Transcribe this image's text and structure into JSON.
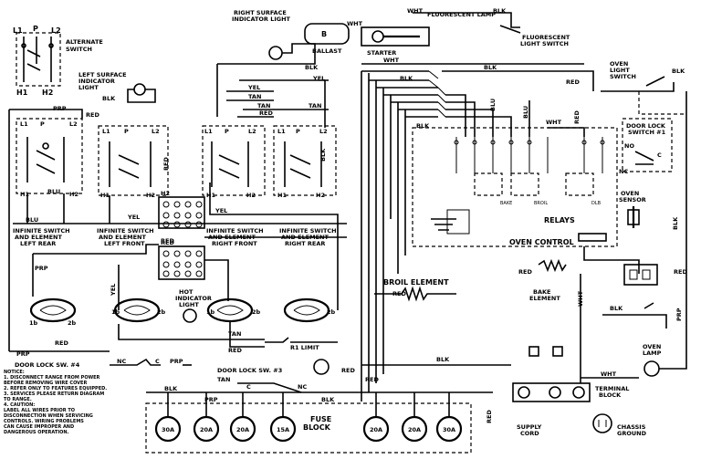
{
  "labels": {
    "l1_top": "L1",
    "p_top": "P",
    "l2_top": "L2",
    "alternate_switch": "ALTERNATE SWITCH",
    "h1_top": "H1",
    "h2_top": "H2",
    "right_surface_indicator": "RIGHT SURFACE INDICATOR LIGHT",
    "fluorescent_lamp": "FLUORESCENT LAMP",
    "fluorescent_light_switch": "FLUORESCENT LIGHT SWITCH",
    "ballast": "BALLAST",
    "starter": "STARTER",
    "oven_light_switch": "OVEN LIGHT SWITCH",
    "left_surface_indicator": "LEFT SURFACE INDICATOR LIGHT",
    "door_lock_switch_1": "DOOR LOCK SWITCH #1",
    "oven_sensor": "OVEN SENSOR",
    "relays": "RELAYS",
    "oven_control": "OVEN CONTROL",
    "bake": "BAKE",
    "broil": "BROIL",
    "dlb": "DLB",
    "no": "NO",
    "nc": "NC",
    "c": "C",
    "inf_left_rear": "INFINITE SWITCH AND ELEMENT LEFT REAR",
    "inf_left_front": "INFINITE SWITCH AND ELEMENT LEFT FRONT",
    "inf_right_front": "INFINITE SWITCH AND ELEMENT RIGHT FRONT",
    "inf_right_rear": "INFINITE SWITCH AND ELEMENT RIGHT REAR",
    "hot_indicator_light": "HOT INDICATOR LIGHT",
    "broil_element": "BROIL ELEMENT",
    "bake_element": "BAKE ELEMENT",
    "r1_limit": "R1 LIMIT",
    "door_lock_sw_4": "DOOR LOCK SW. #4",
    "door_lock_sw_3": "DOOR LOCK SW. #3",
    "oven_lamp": "OVEN LAMP",
    "terminal_block": "TERMINAL BLOCK",
    "supply_cord": "SUPPLY CORD",
    "chassis_ground": "CHASSIS GROUND",
    "fuse_block": "FUSE BLOCK",
    "notice": "NOTICE:"
  },
  "wire_colors": [
    "BLK",
    "WHT",
    "RED",
    "YEL",
    "TAN",
    "BLU",
    "PRP"
  ],
  "fuses": [
    "30A",
    "20A",
    "20A",
    "15A",
    "20A",
    "20A",
    "30A"
  ],
  "notes": [
    "1. DISCONNECT RANGE FROM POWER",
    "   BEFORE REMOVING WIRE COVER",
    "2. REFER ONLY TO FEATURES EQUIPPED.",
    "3. SERVICES PLEASE RETURN DIAGRAM",
    "   TO RANGE.",
    "4. CAUTION:",
    "   LABEL ALL WIRES PRIOR TO",
    "   DISCONNECTION WHEN SERVICING",
    "   CONTROLS. WIRING PROBLEMS",
    "   CAN CAUSE IMPROPER AND",
    "   DANGEROUS OPERATION."
  ]
}
